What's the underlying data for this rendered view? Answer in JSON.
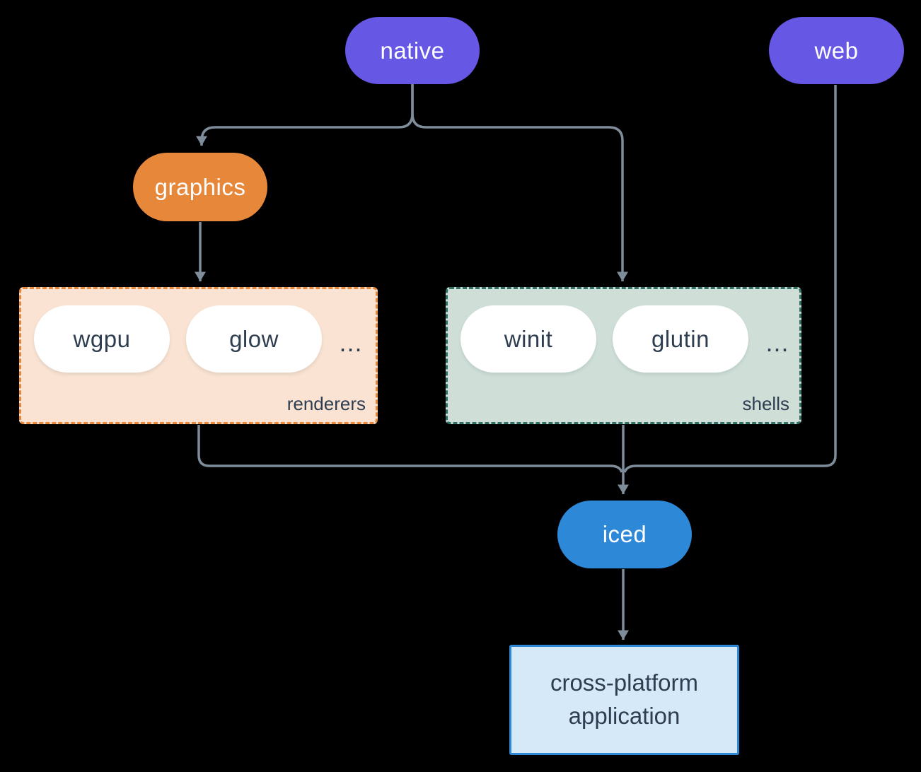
{
  "nodes": {
    "native": {
      "label": "native",
      "color": "#6658e5",
      "text_color": "#ffffff"
    },
    "web": {
      "label": "web",
      "color": "#6658e5",
      "text_color": "#ffffff"
    },
    "graphics": {
      "label": "graphics",
      "color": "#e6873a",
      "text_color": "#ffffff"
    },
    "iced": {
      "label": "iced",
      "color": "#2e88d8",
      "text_color": "#ffffff"
    },
    "application": {
      "label": "cross-platform application",
      "bg_color": "#d6e9f9",
      "border_color": "#2e88d8",
      "text_color": "#2e3e50"
    }
  },
  "groups": {
    "renderers": {
      "label": "renderers",
      "items": [
        "wgpu",
        "glow"
      ],
      "ellipsis": "...",
      "bg_color": "#fae3d2",
      "border_color": "#e6873a"
    },
    "shells": {
      "label": "shells",
      "items": [
        "winit",
        "glutin"
      ],
      "ellipsis": "...",
      "bg_color": "#cfdfd8",
      "border_color": "#2f7265"
    }
  },
  "edges": [
    {
      "from": "native",
      "to": "graphics"
    },
    {
      "from": "native",
      "to": "shells"
    },
    {
      "from": "graphics",
      "to": "renderers"
    },
    {
      "from": "renderers",
      "to": "iced"
    },
    {
      "from": "shells",
      "to": "iced"
    },
    {
      "from": "web",
      "to": "iced"
    },
    {
      "from": "iced",
      "to": "application"
    }
  ],
  "colors": {
    "background": "#000000",
    "connector": "#7f8c9a",
    "text_dark": "#2e3e50",
    "item_pill": "#ffffff"
  }
}
